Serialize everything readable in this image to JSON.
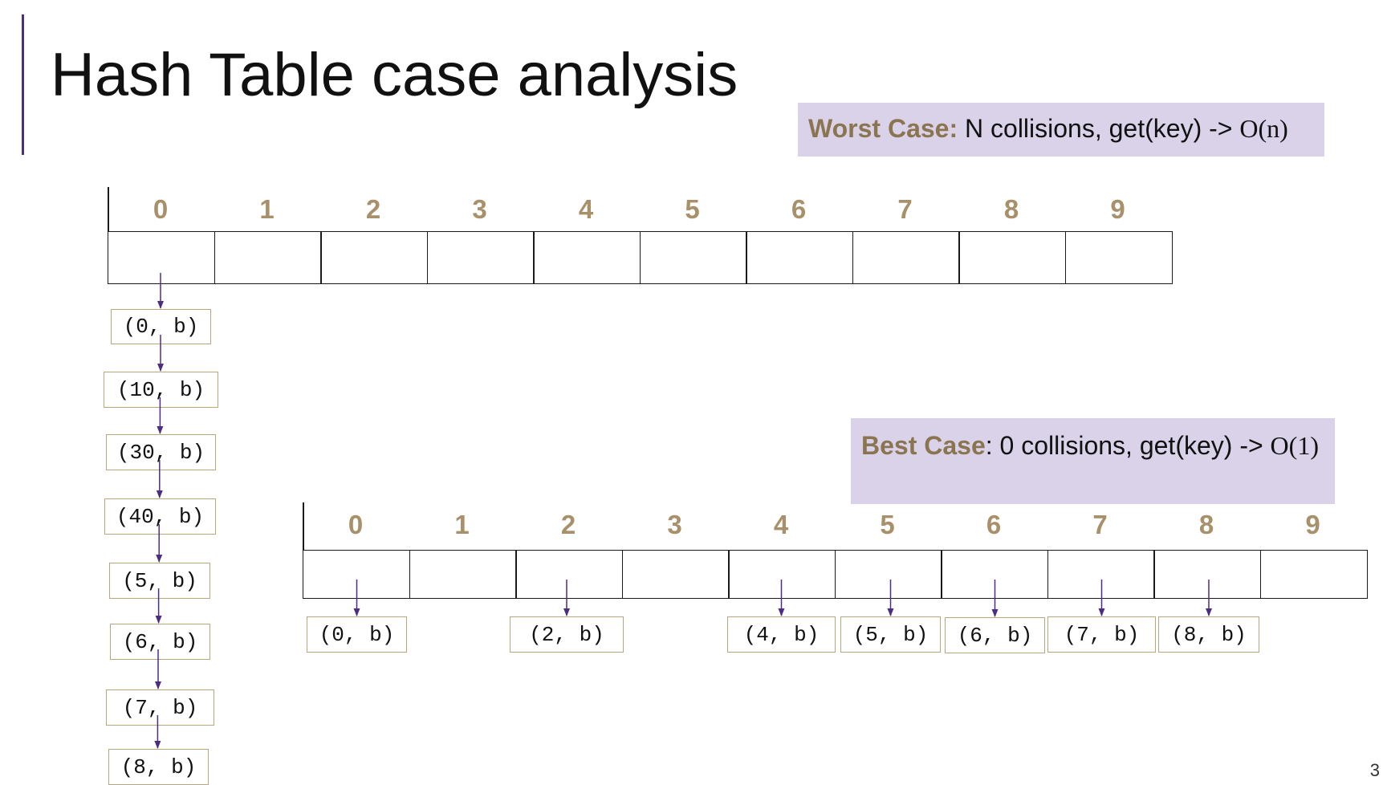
{
  "title": "Hash Table case analysis",
  "worst_case": {
    "label": "Worst Case:",
    "text": " N collisions, get(key) -> ",
    "complexity": "O(n)"
  },
  "best_case": {
    "label": "Best Case",
    "text": ": 0 collisions, get(key) -> ",
    "complexity": "O(1)"
  },
  "worst_table": {
    "indices": [
      "0",
      "1",
      "2",
      "3",
      "4",
      "5",
      "6",
      "7",
      "8",
      "9"
    ],
    "chain": [
      "(0, b)",
      "(10, b)",
      "(30, b)",
      "(40, b)",
      "(5, b)",
      "(6, b)",
      "(7, b)",
      "(8, b)"
    ]
  },
  "best_table": {
    "indices": [
      "0",
      "1",
      "2",
      "3",
      "4",
      "5",
      "6",
      "7",
      "8",
      "9"
    ],
    "entries": [
      {
        "bucket": 0,
        "text": "(0, b)"
      },
      {
        "bucket": 2,
        "text": "(2, b)"
      },
      {
        "bucket": 4,
        "text": "(4, b)"
      },
      {
        "bucket": 5,
        "text": "(5, b)"
      },
      {
        "bucket": 6,
        "text": "(6, b)"
      },
      {
        "bucket": 7,
        "text": "(7, b)"
      },
      {
        "bucket": 8,
        "text": "(8, b)"
      }
    ]
  },
  "page_number": "3",
  "colors": {
    "accent": "#4b2e83",
    "gold": "#a8916a",
    "callout_bg": "#d9d2e9",
    "node_border": "#b9a67c"
  }
}
